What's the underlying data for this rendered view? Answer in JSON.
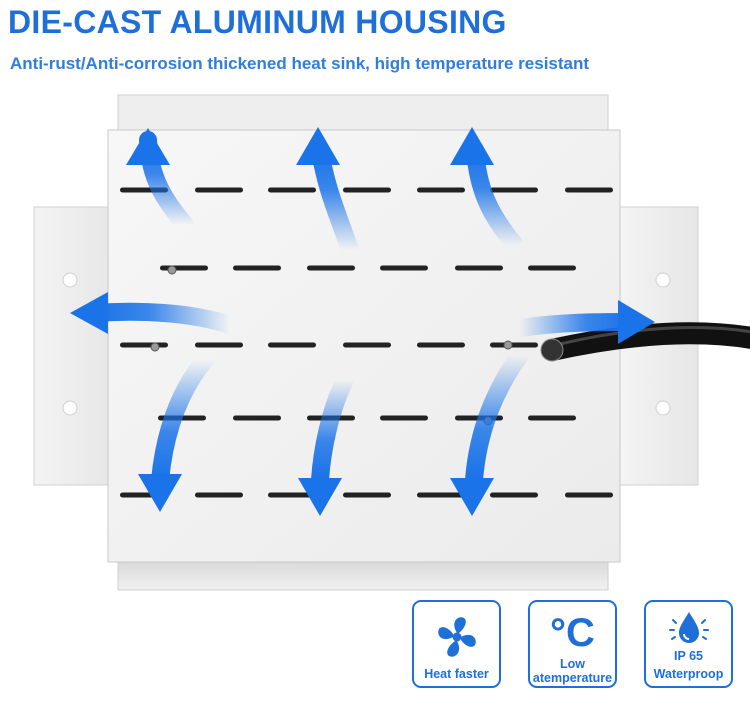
{
  "header": {
    "title": "DIE-CAST ALUMINUM HOUSING",
    "subtitle": "Anti-rust/Anti-corrosion thickened heat sink, high temperature resistant"
  },
  "colors": {
    "accent": "#1f6fd8",
    "arrow": "#1a73e8",
    "panel": "#f3f3f3"
  },
  "badges": [
    {
      "icon": "fan-icon",
      "label": "Heat faster"
    },
    {
      "icon": "celsius-icon",
      "symbol": "°C",
      "label_line1": "Low",
      "label_line2": "atemperature"
    },
    {
      "icon": "water-drop-icon",
      "label_line1": "IP 65",
      "label_line2": "Waterproop"
    }
  ]
}
